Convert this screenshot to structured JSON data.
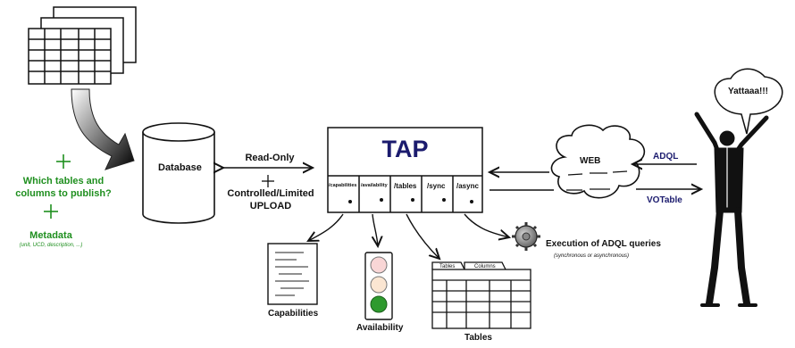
{
  "left": {
    "which_tables": "Which tables and\ncolumns to publish?",
    "metadata_title": "Metadata",
    "metadata_detail": "(unit, UCD, description, ...)"
  },
  "database_label": "Database",
  "link": {
    "read_only": "Read-Only",
    "plus": "+",
    "controlled": "Controlled/Limited",
    "upload": "UPLOAD"
  },
  "tap": {
    "title": "TAP",
    "endpoints": [
      "/capabilities",
      "/availability",
      "/tables",
      "/sync",
      "/async"
    ]
  },
  "web_label": "WEB",
  "adql_label": "ADQL",
  "votable_label": "VOTable",
  "speech": "Yattaaa!!!",
  "execution": {
    "title": "Execution of ADQL queries",
    "detail": "(synchronous or asynchronous)"
  },
  "outputs": {
    "capabilities": "Capabilities",
    "availability": "Availability",
    "tables": "Tables",
    "tab_tables": "Tables",
    "tab_columns": "Columns"
  },
  "colors": {
    "green": "#1f8f1f",
    "navy": "#1b1b6e",
    "light_red": "#f9d6d6",
    "light_orange": "#fbe6d2",
    "green_light": "#2e9a2e"
  }
}
